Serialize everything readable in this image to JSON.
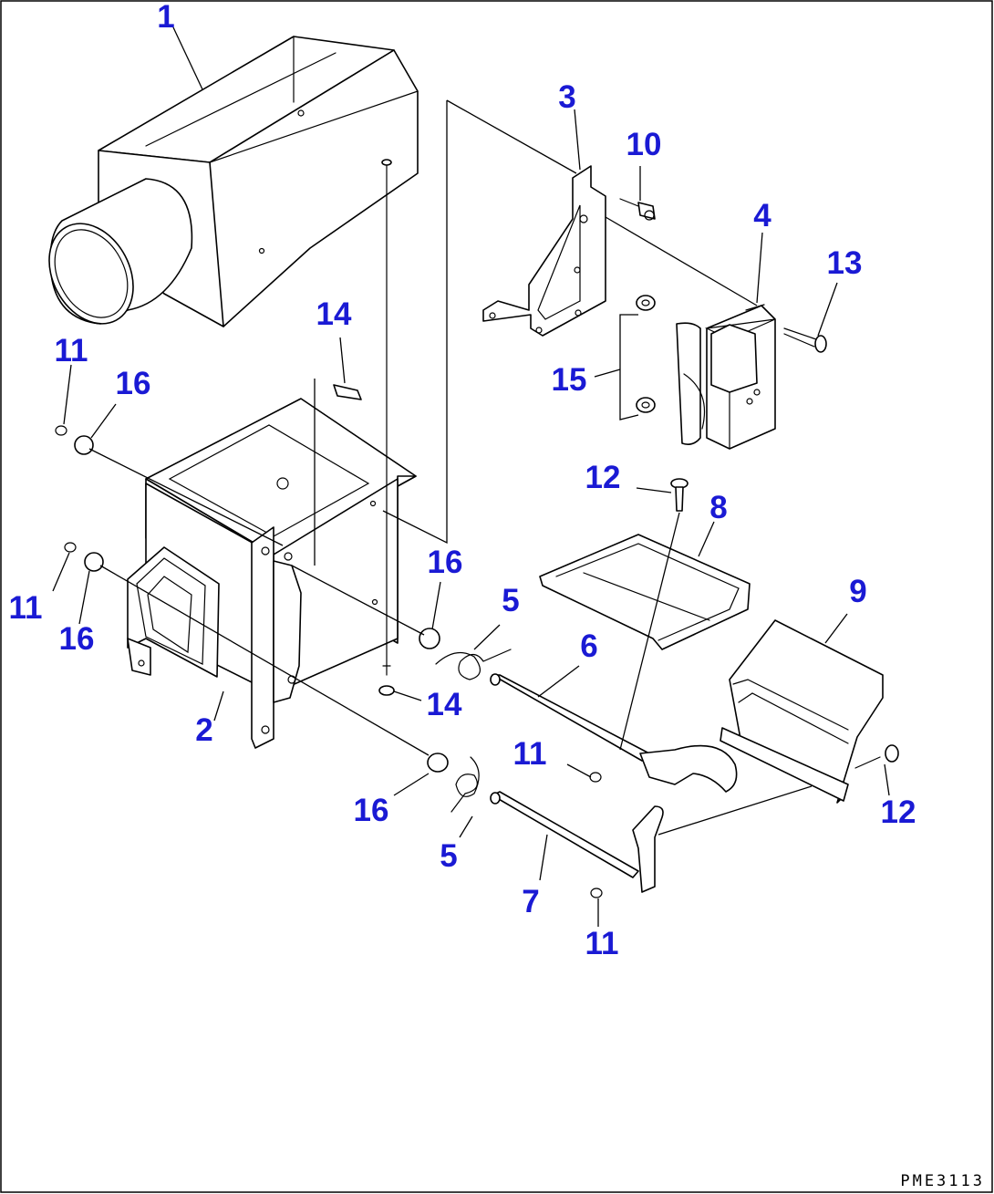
{
  "drawing_code": "PME3113",
  "colors": {
    "callout": "#1a1ad4",
    "line": "#000000",
    "background": "#ffffff"
  },
  "parts": [
    {
      "id": "p1",
      "label": "1"
    },
    {
      "id": "p2",
      "label": "2"
    },
    {
      "id": "p3",
      "label": "3"
    },
    {
      "id": "p4",
      "label": "4"
    },
    {
      "id": "p5a",
      "label": "5"
    },
    {
      "id": "p5b",
      "label": "5"
    },
    {
      "id": "p6",
      "label": "6"
    },
    {
      "id": "p7",
      "label": "7"
    },
    {
      "id": "p8",
      "label": "8"
    },
    {
      "id": "p9",
      "label": "9"
    },
    {
      "id": "p10",
      "label": "10"
    },
    {
      "id": "p11a",
      "label": "11"
    },
    {
      "id": "p11b",
      "label": "11"
    },
    {
      "id": "p11c",
      "label": "11"
    },
    {
      "id": "p11d",
      "label": "11"
    },
    {
      "id": "p12a",
      "label": "12"
    },
    {
      "id": "p12b",
      "label": "12"
    },
    {
      "id": "p13",
      "label": "13"
    },
    {
      "id": "p14a",
      "label": "14"
    },
    {
      "id": "p14b",
      "label": "14"
    },
    {
      "id": "p15",
      "label": "15"
    },
    {
      "id": "p16a",
      "label": "16"
    },
    {
      "id": "p16b",
      "label": "16"
    },
    {
      "id": "p16c",
      "label": "16"
    },
    {
      "id": "p16d",
      "label": "16"
    }
  ]
}
